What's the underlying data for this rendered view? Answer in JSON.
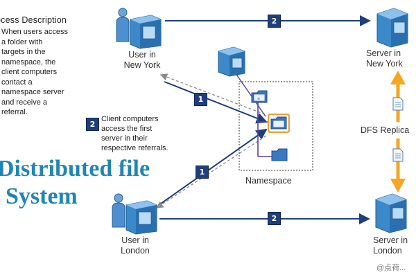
{
  "description": {
    "title": "ocess Description",
    "lines": [
      "When users access",
      "a folder with",
      "targets in the",
      "namespace, the",
      "client computers",
      "contact a",
      "namespace server",
      "and receive a",
      "referral."
    ]
  },
  "step_badges": {
    "one": "1",
    "two": "2"
  },
  "step2_text": {
    "lines": [
      "Client computers",
      "access the first",
      "server in their",
      "respective referrals."
    ]
  },
  "nodes": {
    "user_ny": {
      "line1": "User in",
      "line2": "New York"
    },
    "user_london": {
      "line1": "User in",
      "line2": "London"
    },
    "server_ny": {
      "line1": "Server in",
      "line2": "New York"
    },
    "server_london": {
      "line1": "Server in",
      "line2": "London"
    }
  },
  "namespace_label": "Namespace",
  "dfs_label": "DFS Replica",
  "overlay_title": {
    "line1": "Distributed file",
    "line2": "System"
  },
  "watermark": "@点荷...",
  "colors": {
    "arrow_blue": "#1f3e7c",
    "badge_blue": "#1f3e7c",
    "overlay_title": "#1f86b3",
    "replication_orange": "#f5a623",
    "folder_blue": "#3a78c2",
    "server_blue": "#3c89c9"
  }
}
